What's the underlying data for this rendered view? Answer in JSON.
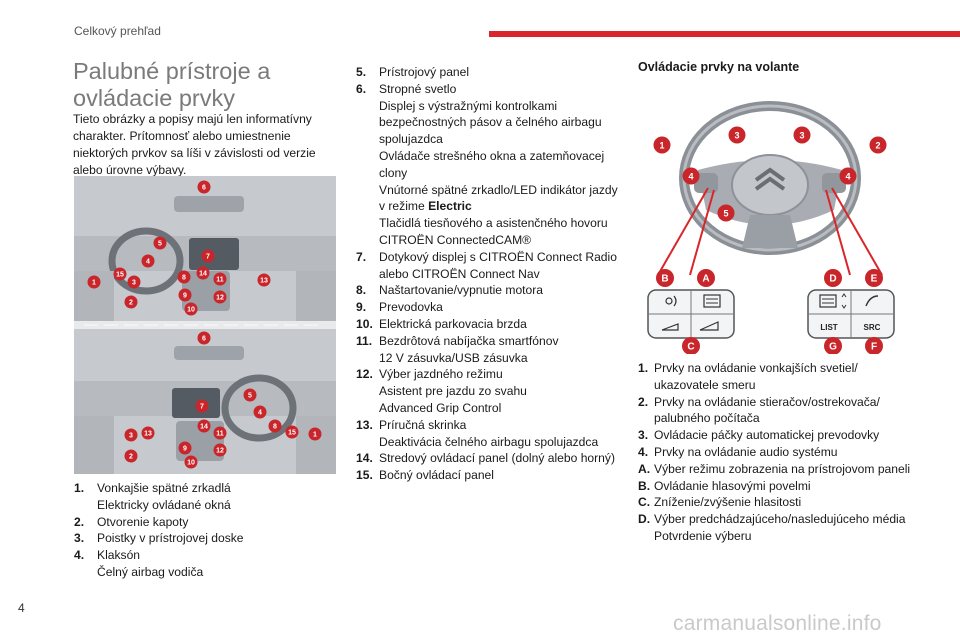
{
  "header": {
    "section_label": "Celkový prehľad"
  },
  "page_number": "4",
  "watermark": "carmanualsonline.info",
  "left_column": {
    "title": "Palubné prístroje a ovládacie prvky",
    "intro": "Tieto obrázky a popisy majú len informatívny charakter.  Prítomnosť alebo umiestnenie niektorých prvkov sa líši v závislosti od verzie alebo úrovne výbavy.",
    "callouts_lhd": [
      "6",
      "5",
      "4",
      "7",
      "15",
      "3",
      "1",
      "8",
      "14",
      "11",
      "13",
      "9",
      "12",
      "2",
      "10"
    ],
    "callouts_rhd": [
      "6",
      "5",
      "4",
      "7",
      "8",
      "14",
      "11",
      "15",
      "1",
      "3",
      "13",
      "9",
      "12",
      "2",
      "10"
    ],
    "items": [
      {
        "num": "1.",
        "lines": [
          "Vonkajšie spätné zrkadlá",
          "Elektricky ovládané okná"
        ]
      },
      {
        "num": "2.",
        "lines": [
          "Otvorenie kapoty"
        ]
      },
      {
        "num": "3.",
        "lines": [
          "Poistky v prístrojovej doske"
        ]
      },
      {
        "num": "4.",
        "lines": [
          "Klaksón",
          "Čelný airbag vodiča"
        ]
      }
    ]
  },
  "middle_column": {
    "items": [
      {
        "num": "5.",
        "lines": [
          "Prístrojový panel"
        ]
      },
      {
        "num": "6.",
        "lines": [
          "Stropné svetlo",
          "Displej s výstražnými kontrolkami",
          "bezpečnostných pásov a čelného airbagu",
          "spolujazdca",
          "Ovládače strešného okna a zatemňovacej",
          "clony",
          "Vnútorné spätné zrkadlo/LED indikátor jazdy"
        ]
      },
      {
        "num": "7.",
        "lines": [
          "Dotykový displej s CITROËN Connect Radio",
          "alebo CITROËN Connect Nav"
        ]
      },
      {
        "num": "8.",
        "lines": [
          "Naštartovanie/vypnutie motora"
        ]
      },
      {
        "num": "9.",
        "lines": [
          "Prevodovka"
        ]
      },
      {
        "num": "10.",
        "lines": [
          "Elektrická parkovacia brzda"
        ]
      },
      {
        "num": "11.",
        "lines": [
          "Bezdrôtová nabíjačka smartfónov",
          "12 V zásuvka/USB zásuvka"
        ]
      },
      {
        "num": "12.",
        "lines": [
          "Výber jazdného režimu",
          "Asistent pre jazdu zo svahu",
          "Advanced Grip Control"
        ]
      },
      {
        "num": "13.",
        "lines": [
          "Príručná skrinka",
          "Deaktivácia čelného airbagu spolujazdca"
        ]
      },
      {
        "num": "14.",
        "lines": [
          "Stredový ovládací panel (dolný alebo horný)"
        ]
      },
      {
        "num": "15.",
        "lines": [
          "Bočný ovládací panel"
        ]
      }
    ],
    "item6_mode_prefix": "v režime ",
    "item6_mode_bold": "Electric",
    "item6_tail": [
      "Tlačidlá tiesňového a asistenčného hovoru",
      "CITROËN ConnectedCAM®"
    ]
  },
  "right_column": {
    "title": "Ovládacie prvky na volante",
    "wheel_callouts": {
      "left": [
        "1",
        "3",
        "4",
        "5"
      ],
      "right": [
        "2",
        "3",
        "4"
      ]
    },
    "left_pad": {
      "letters": [
        "B",
        "A",
        "C"
      ]
    },
    "right_pad": {
      "letters": [
        "D",
        "E",
        "G",
        "F"
      ],
      "list_label": "LIST",
      "src_label": "SRC"
    },
    "items": [
      {
        "num": "1.",
        "lines": [
          "Prvky na ovládanie vonkajších svetiel/ ukazovatele smeru"
        ]
      },
      {
        "num": "2.",
        "lines": [
          "Prvky na ovládanie stieračov/ostrekovača/ palubného počítača"
        ]
      },
      {
        "num": "3.",
        "lines": [
          "Ovládacie páčky automatickej prevodovky"
        ]
      },
      {
        "num": "4.",
        "lines": [
          "Prvky na ovládanie audio systému"
        ]
      },
      {
        "num": "A.",
        "lines": [
          "Výber režimu zobrazenia na prístrojovom paneli"
        ]
      },
      {
        "num": "B.",
        "lines": [
          "Ovládanie hlasovými povelmi"
        ]
      },
      {
        "num": "C.",
        "lines": [
          "Zníženie/zvýšenie hlasitosti"
        ]
      },
      {
        "num": "D.",
        "lines": [
          "Výber predchádzajúceho/nasledujúceho média",
          "Potvrdenie výberu"
        ]
      }
    ]
  },
  "colors": {
    "accent": "#d9262b",
    "callout": "#c9262c"
  }
}
